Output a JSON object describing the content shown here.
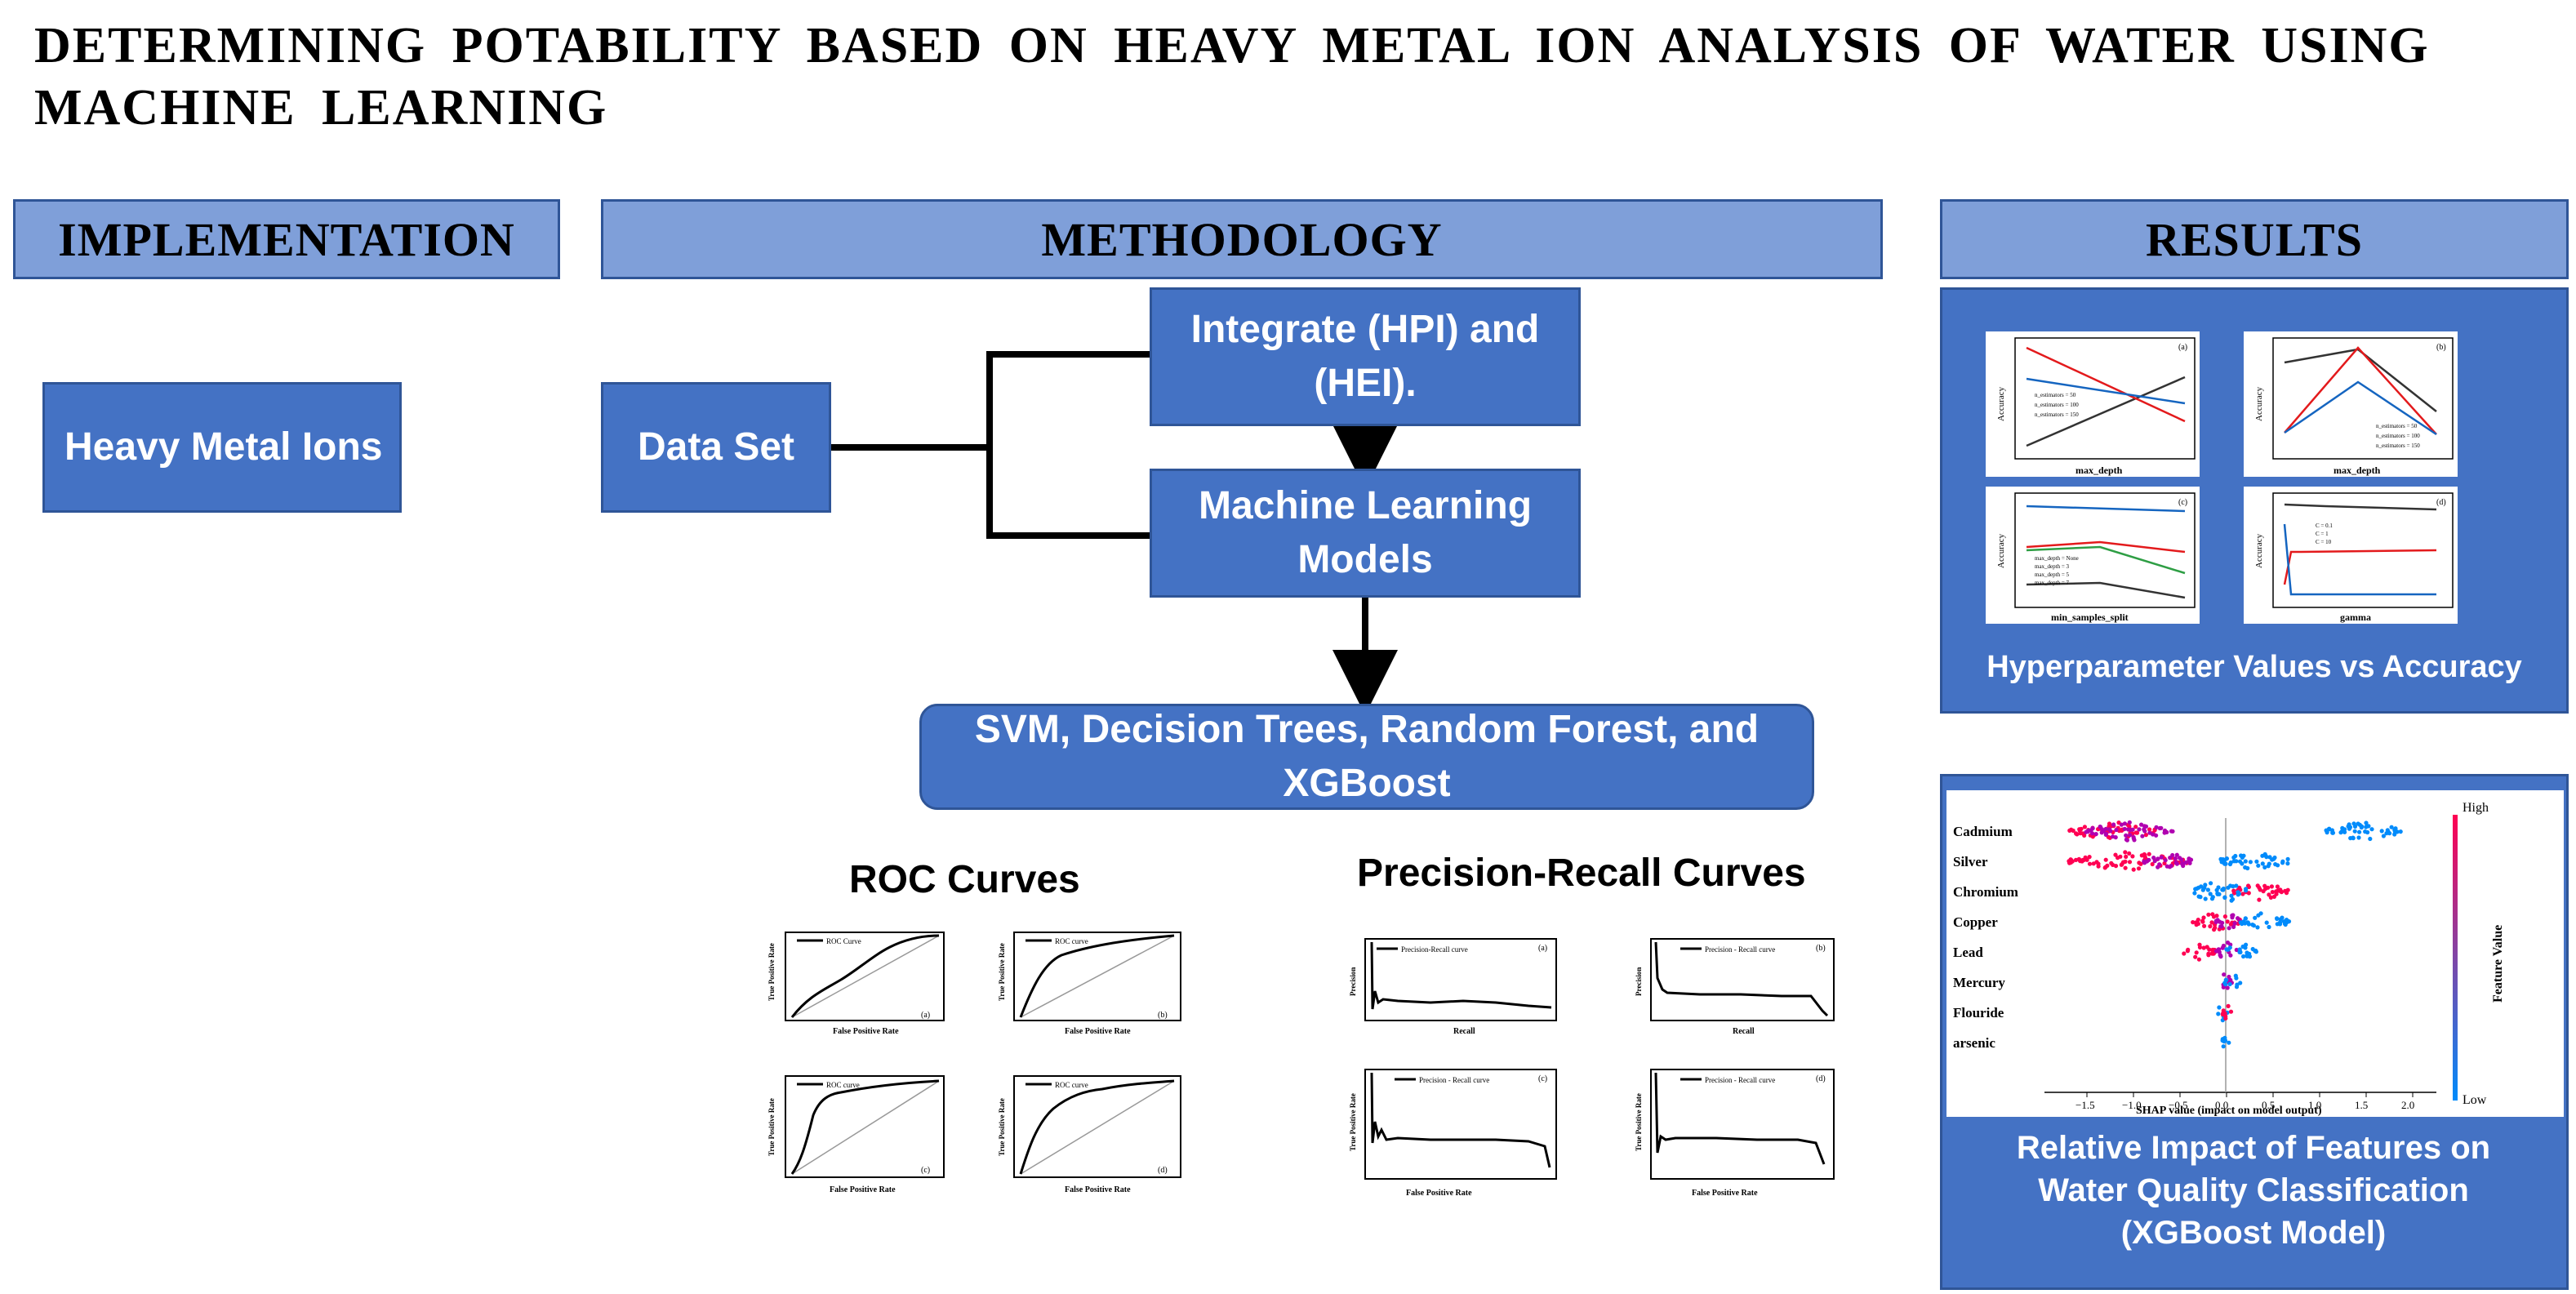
{
  "title": "DETERMINING POTABILITY BASED ON HEAVY METAL ION ANALYSIS OF WATER USING MACHINE LEARNING",
  "headers": {
    "implementation": "IMPLEMENTATION",
    "methodology": "METHODOLOGY",
    "results": "RESULTS"
  },
  "implementation": {
    "box": "Heavy Metal Ions"
  },
  "methodology": {
    "dataset": "Data Set",
    "integrate": "Integrate (HPI) and (HEI).",
    "ml_models": "Machine Learning Models",
    "algorithms": "SVM, Decision Trees, Random Forest, and XGBoost"
  },
  "plots": {
    "roc_title": "ROC Curves",
    "pr_title": "Precision-Recall Curves",
    "roc_legend": "ROC Curve",
    "roc_legend_lower": "ROC curve",
    "pr_legend": "Precision-Recall curve",
    "pr_legend_alt": "Precision - Recall curve",
    "fpr_label": "False Positive Rate",
    "tpr_label": "True Positive Rate",
    "recall_label": "Recall",
    "precision_label": "Precision",
    "panel_a": "(a)",
    "panel_b": "(b)",
    "panel_c": "(c)",
    "panel_d": "(d)"
  },
  "results": {
    "hyper_caption": "Hyperparameter Values vs Accuracy",
    "shap_caption": "Relative Impact of Features on Water Quality Classification (XGBoost Model)",
    "hp_ylabel": "Accuracy",
    "hp_xlabels": [
      "max_depth",
      "max_depth",
      "min_samples_split",
      "gamma"
    ],
    "hp_legends": {
      "a": [
        "n_estimators = 50",
        "n_estimators = 100",
        "n_estimators = 150"
      ],
      "b": [
        "n_estimators = 50",
        "n_estimators = 100",
        "n_estimators = 150"
      ],
      "c": [
        "max_depth = None",
        "max_depth = 3",
        "max_depth = 5",
        "max_depth = 7"
      ],
      "d": [
        "C = 0.1",
        "C = 1",
        "C = 10"
      ]
    },
    "shap": {
      "features": [
        "Cadmium",
        "Silver",
        "Chromium",
        "Copper",
        "Lead",
        "Mercury",
        "Flouride",
        "arsenic"
      ],
      "xlabel": "SHAP value (impact on model output)",
      "ticks": [
        "−1.5",
        "−1.0",
        "−0.5",
        "0.0",
        "0.5",
        "1.0",
        "1.5",
        "2.0"
      ],
      "high": "High",
      "low": "Low",
      "colorbar_label": "Feature Value"
    }
  },
  "colors": {
    "box_fill": "#4472C4",
    "header_fill": "#7F9FD9",
    "border": "#2F5597",
    "high": "#FF0052",
    "low": "#008BFB"
  }
}
